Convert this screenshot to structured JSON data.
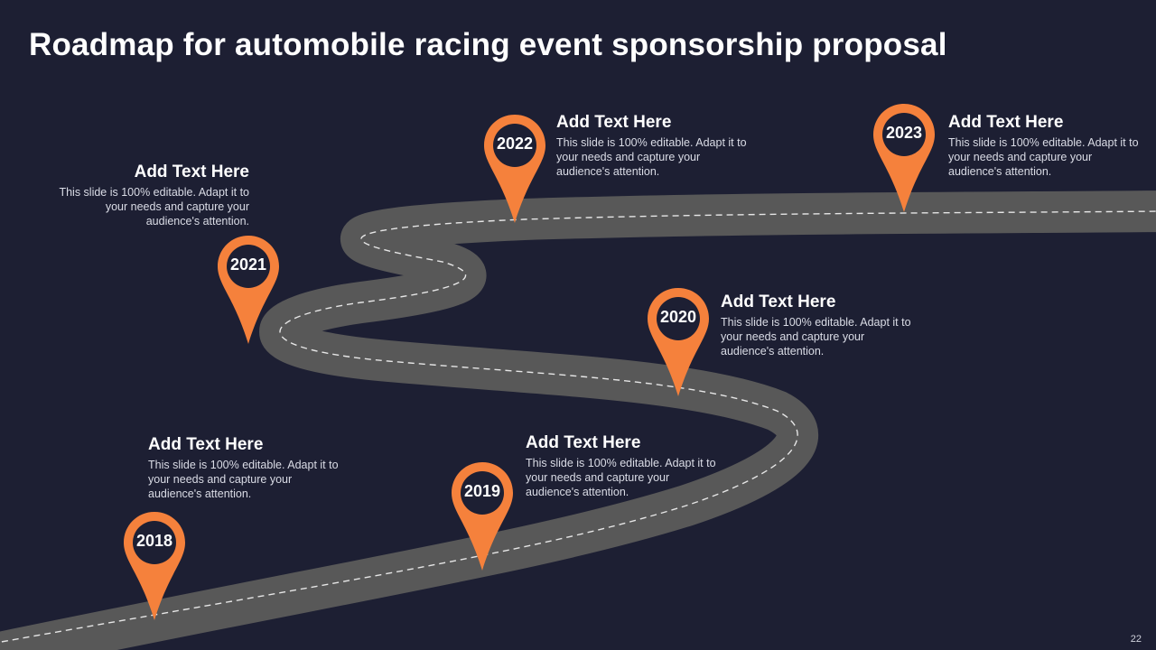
{
  "title": "Roadmap for automobile racing event sponsorship proposal",
  "page_number": "22",
  "colors": {
    "background": "#1d1f33",
    "road": "#585858",
    "accent": "#f5813c",
    "text": "#ffffff"
  },
  "milestones": [
    {
      "year": "2018",
      "heading": "Add Text Here",
      "body": "This slide is 100% editable. Adapt it to your needs and capture your audience's attention."
    },
    {
      "year": "2019",
      "heading": "Add Text Here",
      "body": "This slide is 100% editable. Adapt it to your needs and capture your audience's attention."
    },
    {
      "year": "2020",
      "heading": "Add Text Here",
      "body": "This slide is 100% editable. Adapt it to your needs and capture your audience's attention."
    },
    {
      "year": "2021",
      "heading": "Add Text Here",
      "body": "This slide is 100% editable. Adapt it to your needs and capture your audience's attention."
    },
    {
      "year": "2022",
      "heading": "Add Text Here",
      "body": "This slide is 100% editable. Adapt it to your needs and capture your audience's attention."
    },
    {
      "year": "2023",
      "heading": "Add Text Here",
      "body": "This slide is 100% editable. Adapt it to your needs and capture your audience's attention."
    }
  ]
}
